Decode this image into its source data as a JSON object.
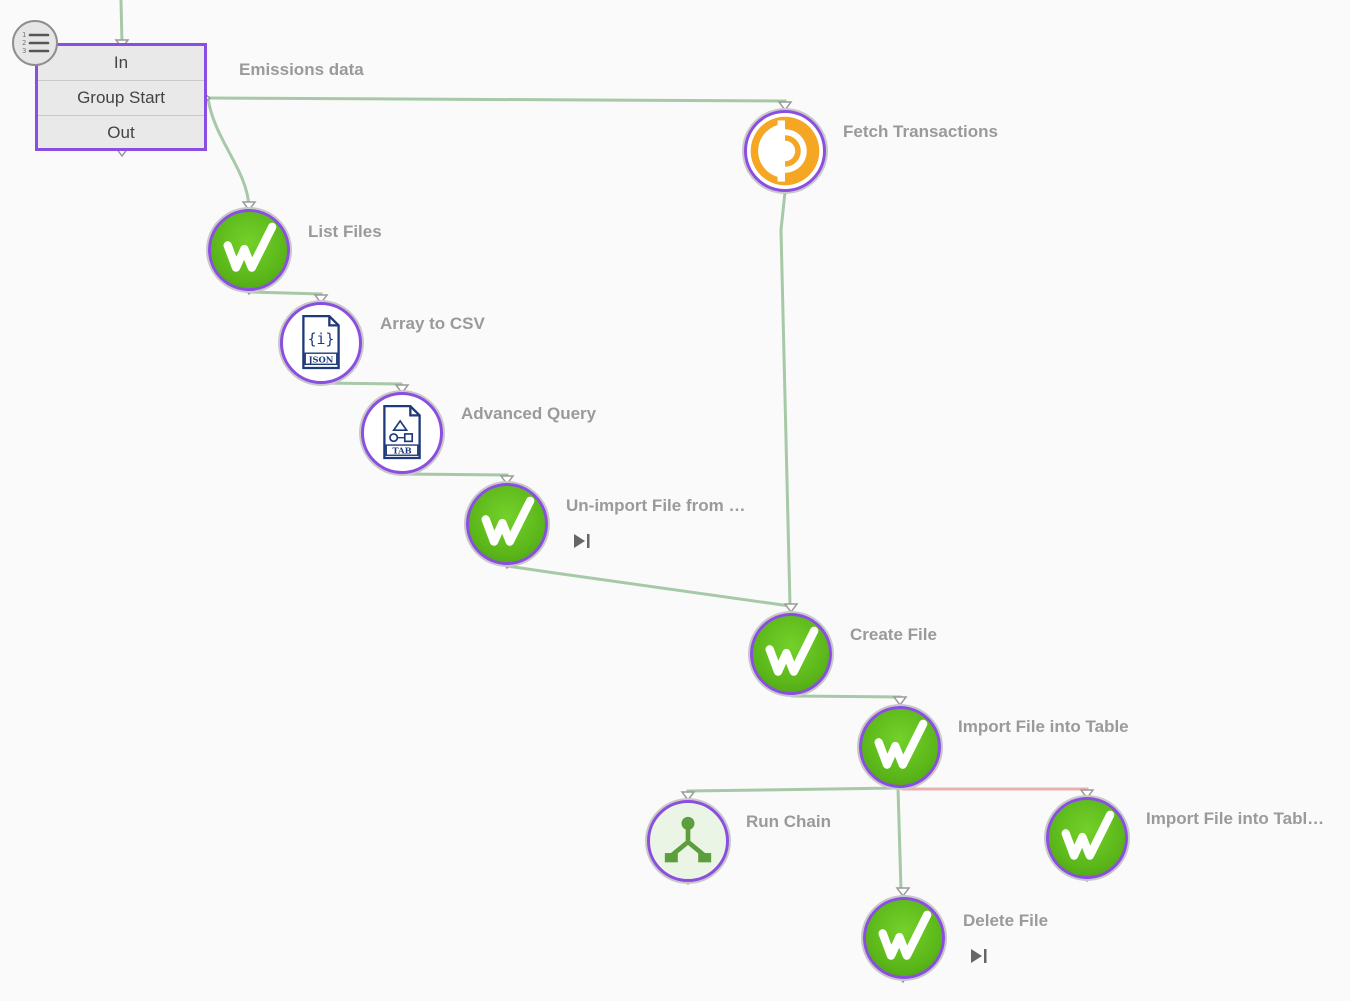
{
  "group": {
    "rows": [
      "In",
      "Group Start",
      "Out"
    ],
    "label": "Emissions data"
  },
  "nodes": [
    {
      "id": "fetch-transactions",
      "label": "Fetch Transactions",
      "icon": "orange-d-icon"
    },
    {
      "id": "list-files",
      "label": "List Files",
      "icon": "workiva-w-icon"
    },
    {
      "id": "array-to-csv",
      "label": "Array to CSV",
      "icon": "json-file-icon",
      "icon_text": "JSON"
    },
    {
      "id": "advanced-query",
      "label": "Advanced Query",
      "icon": "tab-file-icon",
      "icon_text": "TAB"
    },
    {
      "id": "unimport-file",
      "label": "Un-import File from …",
      "icon": "workiva-w-icon",
      "skip": true
    },
    {
      "id": "create-file",
      "label": "Create File",
      "icon": "workiva-w-icon"
    },
    {
      "id": "import-file",
      "label": "Import File into Table",
      "icon": "workiva-w-icon"
    },
    {
      "id": "run-chain",
      "label": "Run Chain",
      "icon": "chain-icon"
    },
    {
      "id": "import-file-2",
      "label": "Import File into Tabl…",
      "icon": "workiva-w-icon"
    },
    {
      "id": "delete-file",
      "label": "Delete File",
      "icon": "workiva-w-icon",
      "skip": true
    }
  ],
  "colors": {
    "node_border": "#8a4fe0",
    "edge_success": "#a7c9a7",
    "edge_error": "#eab0b0",
    "workiva_green": "#5cb81a",
    "fetch_orange": "#f5a623"
  }
}
